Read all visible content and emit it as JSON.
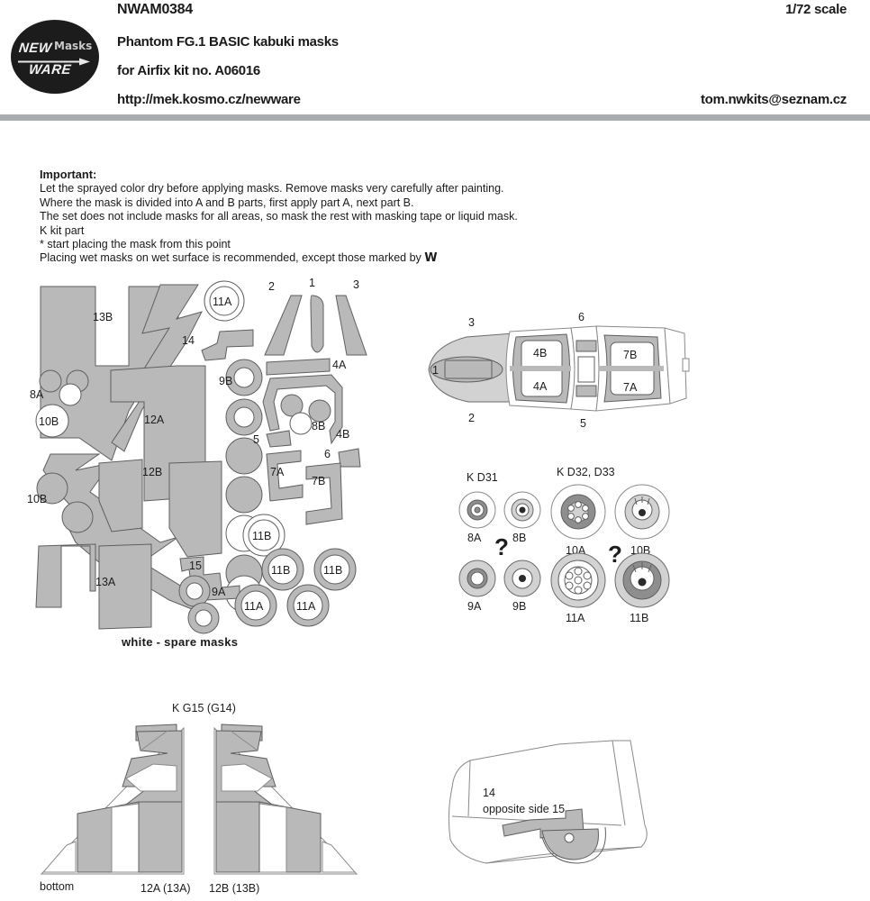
{
  "header": {
    "logo": {
      "line1": "NEW",
      "line2": "WARE",
      "sub": "Masks",
      "arrow_icon": "arrow-right-icon"
    },
    "code": "NWAM0384",
    "scale": "1/72 scale",
    "title": "Phantom FG.1 BASIC kabuki masks",
    "kit": "for Airfix kit no. A06016",
    "url": "http://mek.kosmo.cz/newware",
    "email": "tom.nwkits@seznam.cz"
  },
  "important": {
    "heading": "Important:",
    "lines": [
      "Let the sprayed color dry before applying masks. Remove masks very carefully after painting.",
      "Where the mask is divided into A and B parts, first apply part A, next part B.",
      "The set does not include masks for all areas, so mask the rest with masking tape or liquid mask.",
      "K kit part",
      "*  start placing the mask from this point"
    ],
    "wet_line_prefix": "Placing wet masks on wet surface is recommended, except those marked by ",
    "wet_line_mark": "W"
  },
  "mask_sheet": {
    "caption": "white - spare masks",
    "labels": {
      "l13B": "13B",
      "l11A_top": "11A",
      "l14": "14",
      "l2": "2",
      "l1": "1",
      "l3": "3",
      "l4A": "4A",
      "l9B": "9B",
      "l8A": "8A",
      "l8B": "8B",
      "l4B": "4B",
      "l10B_top": "10B",
      "l12A": "12A",
      "l5": "5",
      "l6": "6",
      "l7A": "7A",
      "l7B": "7B",
      "l12B": "12B",
      "l10B_bot": "10B",
      "l11B_ring": "11B",
      "l15": "15",
      "l9A": "9A",
      "l13A": "13A",
      "l11B_a": "11B",
      "l11B_b": "11B",
      "l11A_a": "11A",
      "l11A_b": "11A"
    }
  },
  "canopy": {
    "labels": {
      "n1": "1",
      "n2": "2",
      "n3": "3",
      "n5": "5",
      "n6": "6",
      "b4A": "4A",
      "b4B": "4B",
      "b7A": "7A",
      "b7B": "7B"
    }
  },
  "wheels": {
    "group_left_title": "K D31",
    "group_right_title": "K D32, D33",
    "question_left": "?",
    "question_right": "?",
    "items": [
      {
        "label": "8A"
      },
      {
        "label": "8B"
      },
      {
        "label": "10A"
      },
      {
        "label": "10B"
      },
      {
        "label": "9A"
      },
      {
        "label": "9B"
      },
      {
        "label": "11A"
      },
      {
        "label": "11B"
      }
    ]
  },
  "tailfins": {
    "title": "K G15 (G14)",
    "bottom_label": "bottom",
    "left_label": "12A (13A)",
    "right_label": "12B (13B)"
  },
  "fuselage": {
    "label_part": "14",
    "label_opposite": "opposite side 15"
  },
  "colors": {
    "mask_grey": "#b9b9b9",
    "outline": "#5f5f5f",
    "rule": "#a9adb1",
    "logo_bg": "#1c1c1c"
  }
}
